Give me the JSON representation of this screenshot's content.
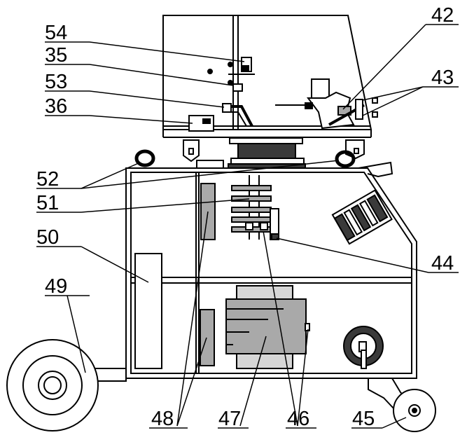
{
  "callouts": {
    "c54": "54",
    "c35": "35",
    "c53": "53",
    "c36": "36",
    "c42": "42",
    "c43": "43",
    "c52": "52",
    "c51": "51",
    "c50": "50",
    "c49": "49",
    "c44": "44",
    "c48": "48",
    "c47": "47",
    "c46": "46",
    "c45": "45"
  },
  "colors": {
    "line": "#000000",
    "fill_gray": "#a9a9a9",
    "fill_light": "#d6d6d6",
    "fill_dark": "#3a3a3a",
    "background": "#ffffff"
  }
}
